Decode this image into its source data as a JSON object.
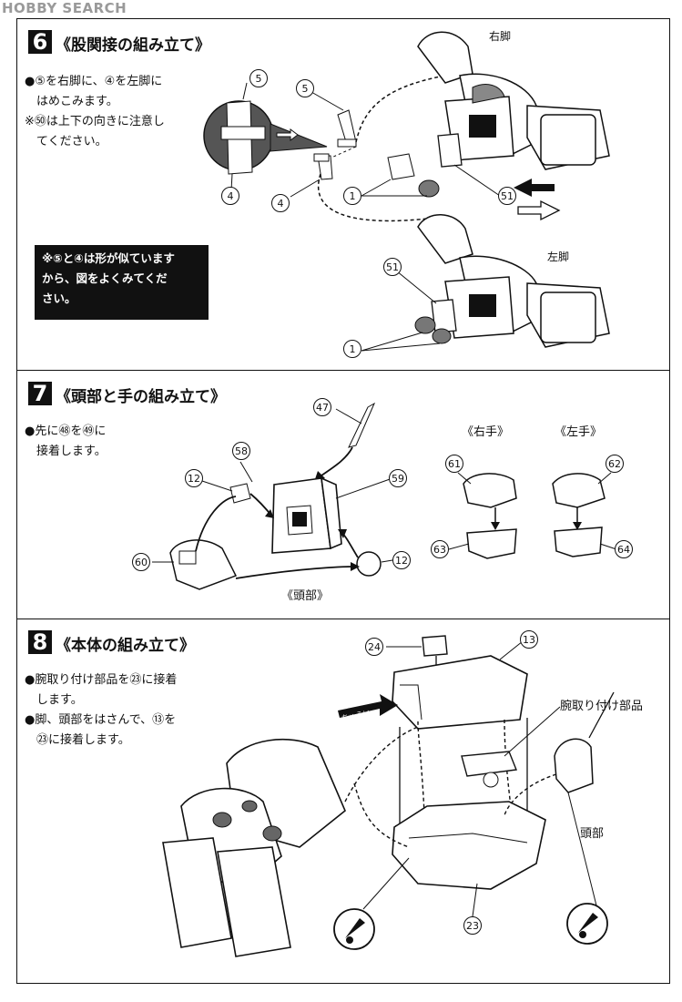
{
  "header": {
    "logo_text": "HOBBY SEARCH"
  },
  "step6": {
    "number": "6",
    "title": "《股関接の組み立て》",
    "instructions": [
      "●⑤を右脚に、④を左脚に",
      "　はめこみます。",
      "※㊿は上下の向きに注意し",
      "　てください。"
    ],
    "note": [
      "※⑤と④は形が似ています",
      "から、図をよくみてくだ",
      "さい。"
    ],
    "labels": {
      "right_leg": "右脚",
      "left_leg": "左脚"
    },
    "part_numbers": [
      "5",
      "5",
      "4",
      "4",
      "1",
      "51",
      "51",
      "1"
    ]
  },
  "step7": {
    "number": "7",
    "title": "《頭部と手の組み立て》",
    "instructions": [
      "●先に㊽を㊾に",
      "　接着します。"
    ],
    "labels": {
      "right_hand": "《右手》",
      "left_hand": "《左手》",
      "head": "《頭部》"
    },
    "part_numbers": [
      "47",
      "58",
      "59",
      "12",
      "12",
      "60",
      "61",
      "63",
      "62",
      "64"
    ]
  },
  "step8": {
    "number": "8",
    "title": "《本体の組み立て》",
    "instructions": [
      "●腕取り付け部品を㉓に接着",
      "　します。",
      "●脚、頭部をはさんで、⑬を",
      "　㉓に接着します。"
    ],
    "labels": {
      "arm_part": "腕取り付け部品",
      "head": "頭部",
      "glue": "ちゅうい"
    },
    "part_numbers": [
      "24",
      "13",
      "23"
    ]
  }
}
